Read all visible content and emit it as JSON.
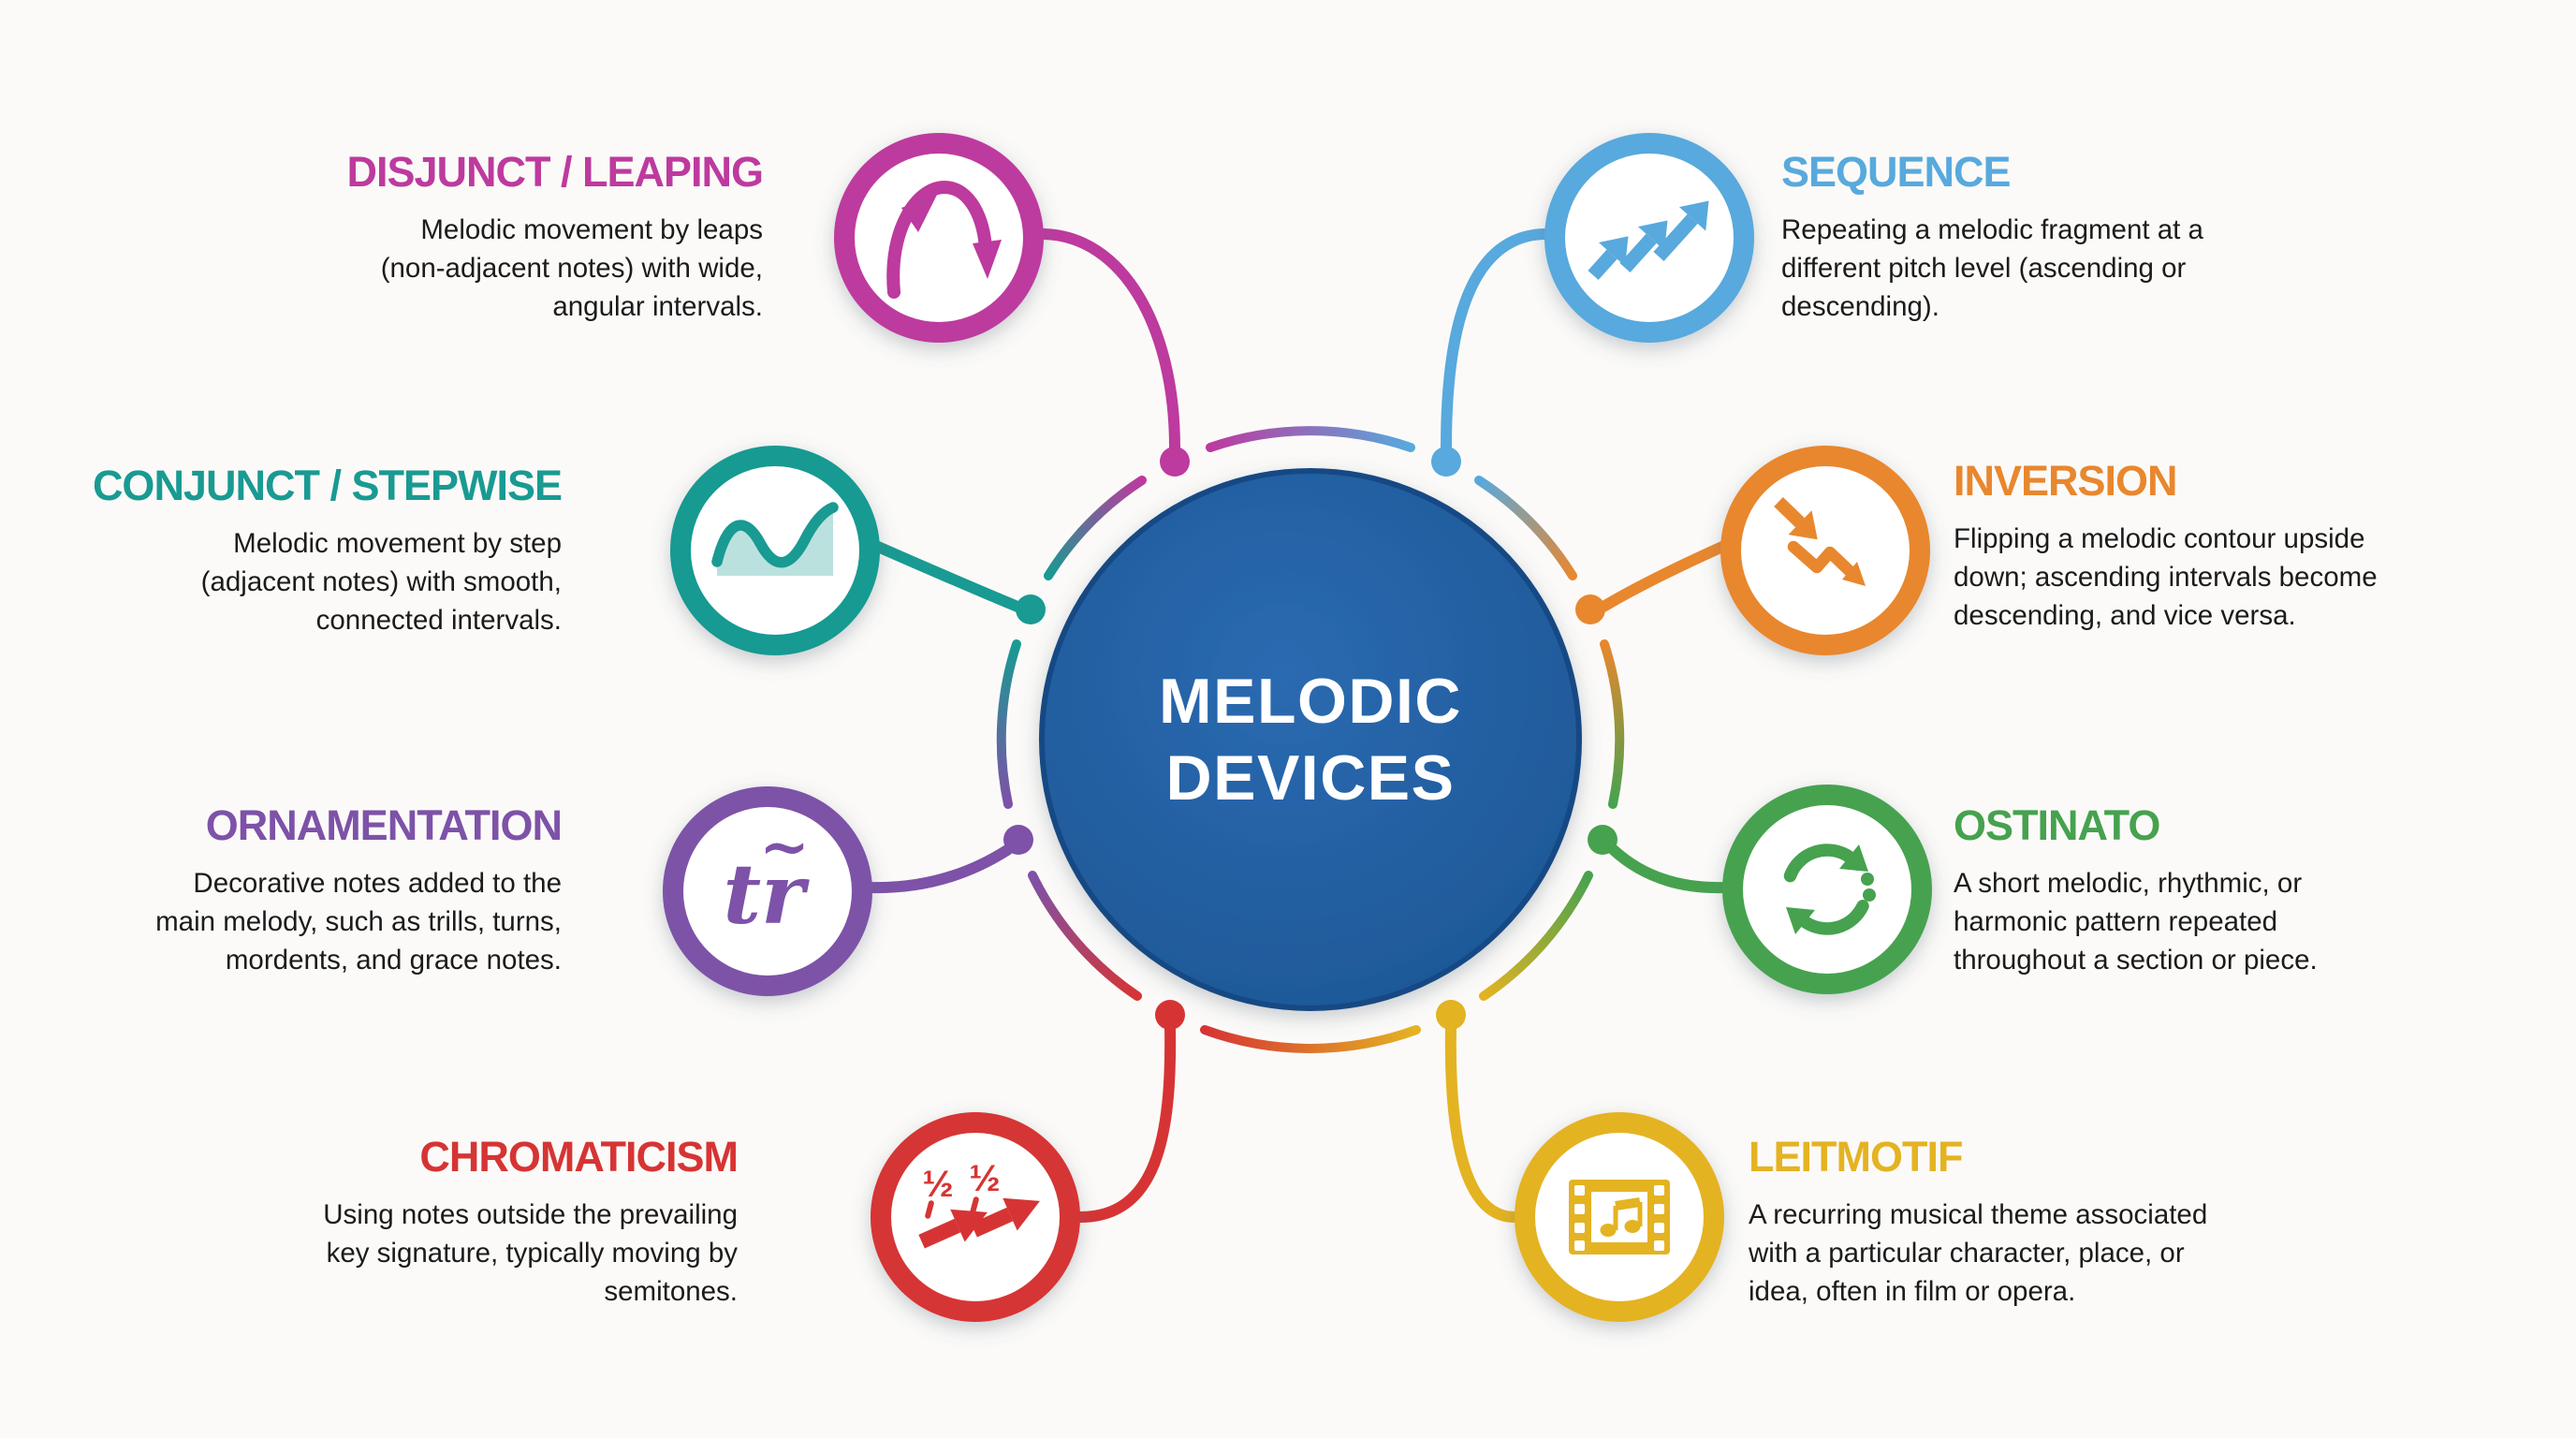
{
  "canvas": {
    "background": "#fbfaf8"
  },
  "center": {
    "title_line1": "MELODIC",
    "title_line2": "DEVICES",
    "circle_color": "#1e5b9e",
    "text_color": "#ffffff"
  },
  "nodes": [
    {
      "label": "DISJUNCT / LEAPING",
      "description": "Melodic movement by leaps\n(non-adjacent notes) with wide,\nangular intervals.",
      "color": "#bd3a9e",
      "icon": "leap-arch-arrow-icon"
    },
    {
      "label": "CONJUNCT / STEPWISE",
      "description": "Melodic movement by step\n(adjacent notes) with smooth,\nconnected intervals.",
      "color": "#199a92",
      "icon": "smooth-wave-icon"
    },
    {
      "label": "ORNAMENTATION",
      "description": "Decorative notes added to the\nmain melody, such as trills, turns,\nmordents, and grace notes.",
      "color": "#7d52a8",
      "icon": "trill-symbol-icon",
      "icon_text": "tr",
      "icon_tilde": "~"
    },
    {
      "label": "CHROMATICISM",
      "description": "Using notes outside the prevailing\nkey signature, typically moving by\nsemitones.",
      "color": "#d63434",
      "icon": "semitone-step-arrows-icon",
      "half_label": "½"
    },
    {
      "label": "SEQUENCE",
      "description": "Repeating a melodic fragment at a\ndifferent pitch level (ascending or\ndescending).",
      "color": "#58a9dd",
      "icon": "ascending-step-arrows-icon"
    },
    {
      "label": "INVERSION",
      "description": "Flipping a melodic contour upside\ndown; ascending intervals become\ndescending, and vice versa.",
      "color": "#e8872e",
      "icon": "descending-zigzag-arrow-icon"
    },
    {
      "label": "OSTINATO",
      "description": "A short melodic, rhythmic, or\nharmonic pattern repeated\nthroughout a section or piece.",
      "color": "#46a24f",
      "icon": "repeat-cycle-icon"
    },
    {
      "label": "LEITMOTIF",
      "description": "A recurring musical theme associated\nwith a particular character, place, or\nidea, often in film or opera.",
      "color": "#e4b322",
      "icon": "filmstrip-music-note-icon"
    }
  ]
}
